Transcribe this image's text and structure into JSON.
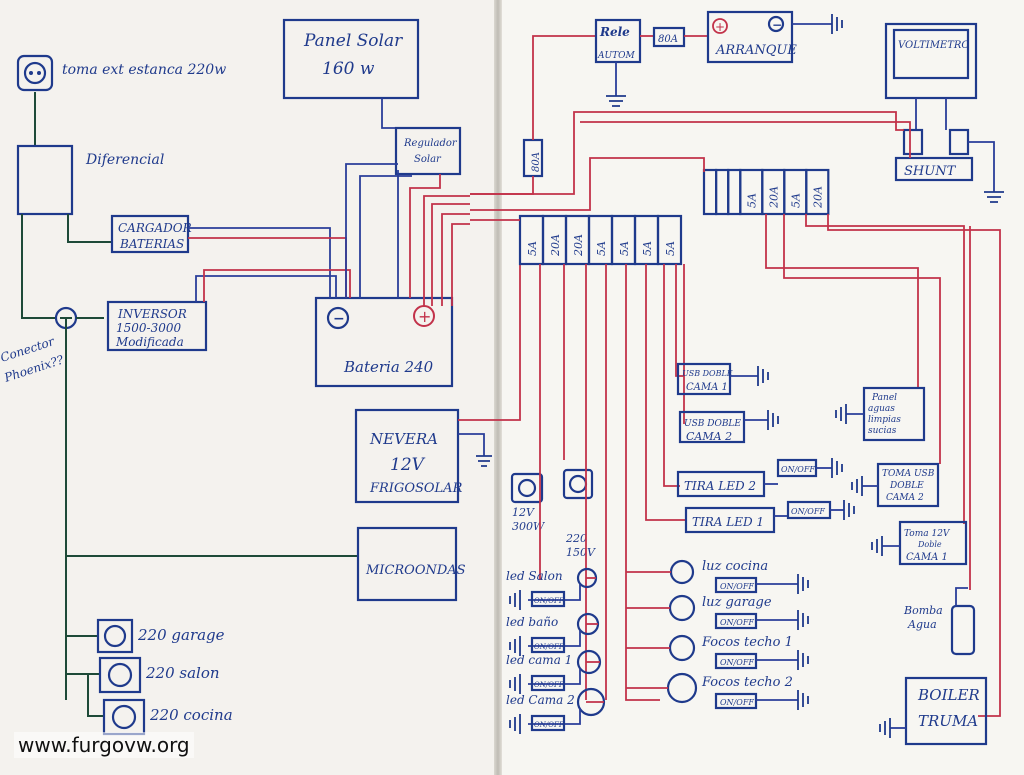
{
  "left_page": {
    "toma_exterior": "toma ext estanca 220w",
    "diferencial": "Diferencial",
    "cargador": [
      "CARGADOR",
      "BATERIAS"
    ],
    "inversor": [
      "INVERSOR",
      "1500-3000",
      "Modificada"
    ],
    "conector": [
      "Conector",
      "Phoenix??"
    ],
    "panel_solar": [
      "Panel Solar",
      "160 w"
    ],
    "regulador": [
      "Regulador",
      "Solar"
    ],
    "bateria": "Bateria 240",
    "bateria_neg": "−",
    "bateria_pos": "+",
    "nevera": [
      "NEVERA",
      "12V",
      "FRIGOSOLAR"
    ],
    "microondas": "MICROONDAS",
    "enchufe_12v": [
      "12V",
      "300W"
    ],
    "enchufe_220": [
      "220",
      "150V"
    ],
    "enchufes": [
      "220 garage",
      "220 salon",
      "220 cocina"
    ],
    "fusible_80a": "80A"
  },
  "right_page": {
    "rele": [
      "Rele",
      "AUTOM"
    ],
    "fusible_80a": "80A",
    "arranque": "ARRANQUE",
    "arranque_pos": "+",
    "arranque_neg": "−",
    "voltimetro": "VOLTIMETRO",
    "shunt": "SHUNT",
    "fusibles_bloque_1": [
      "5A",
      "20A",
      "20A",
      "5A",
      "5A",
      "5A",
      "5A"
    ],
    "fusibles_bloque_2": [
      "5A",
      "20A",
      "5A",
      "20A"
    ],
    "usb_doble_cama1": [
      "USB DOBLE",
      "CAMA 1"
    ],
    "usb_doble_cama2": [
      "USB DOBLE",
      "CAMA 2"
    ],
    "tira_led_2": "TIRA LED 2",
    "tira_led_1": "TIRA LED 1",
    "on_off": "ON/OFF",
    "panel_aguas": [
      "Panel",
      "aguas",
      "limpias",
      "sucias"
    ],
    "toma_usb_cama2": [
      "TOMA USB",
      "DOBLE",
      "CAMA 2"
    ],
    "toma_12v_cama1": [
      "Toma 12V",
      "Doble",
      "CAMA 1"
    ],
    "bomba_agua": [
      "Bomba",
      "Agua"
    ],
    "boiler": [
      "BOILER",
      "TRUMA"
    ],
    "leds_izq": [
      "led Salon",
      "led baño",
      "led cama 1",
      "led Cama 2"
    ],
    "luces_der": [
      "luz cocina",
      "luz garage",
      "Focos techo 1",
      "Focos techo 2"
    ]
  },
  "watermark": "www.furgovw.org"
}
